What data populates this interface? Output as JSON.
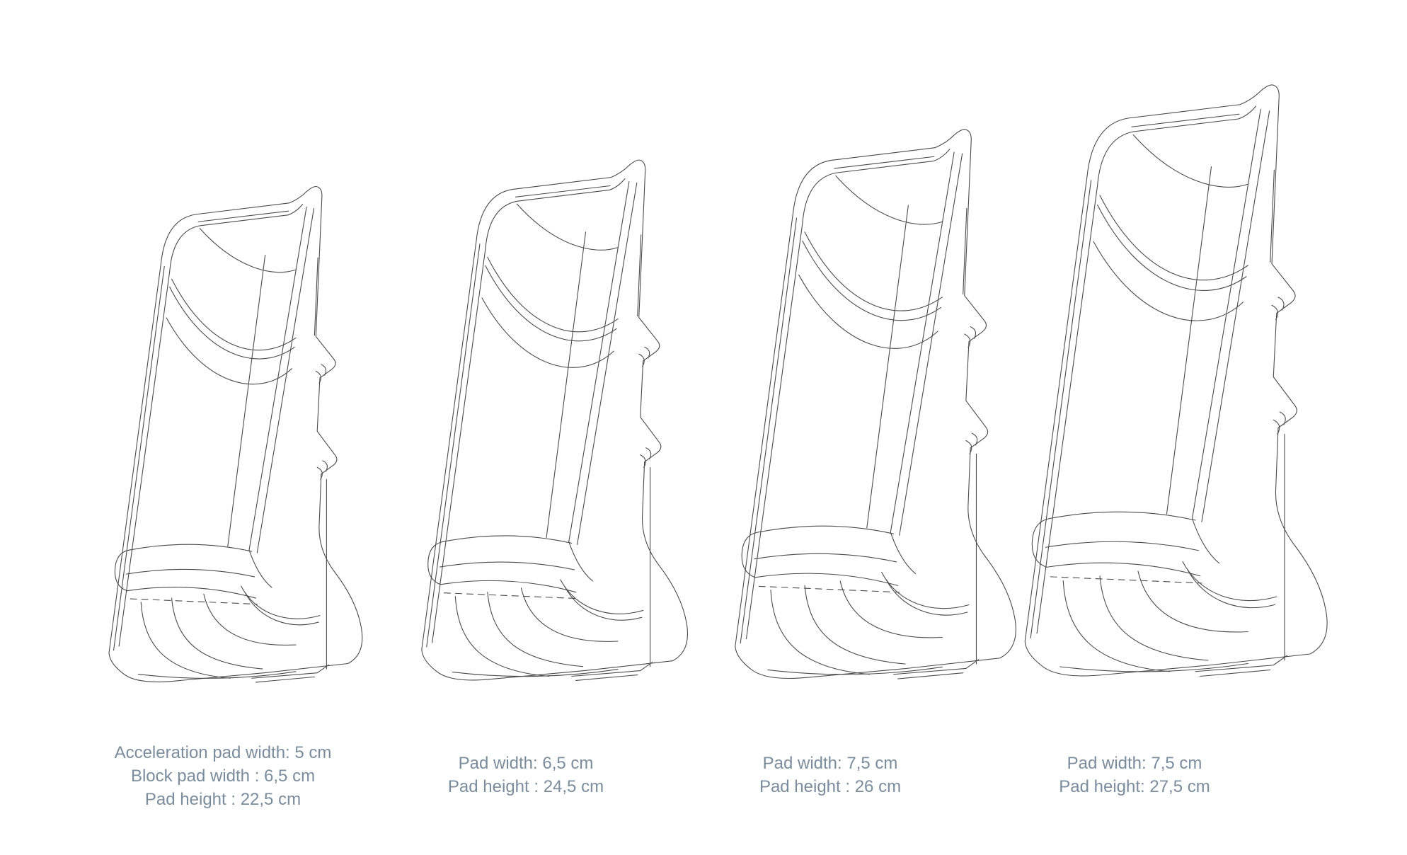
{
  "diagram": {
    "background_color": "#ffffff",
    "line_color": "#4b4b4b",
    "label_color": "#7b8d9d",
    "description": "Four wireframe line drawings of ice hockey goalie leg pads in increasing sizes, bottom-aligned, each with dimension text below",
    "pads": [
      {
        "id": "pad-1",
        "label_lines": [
          "Acceleration pad width: 5 cm",
          "Block pad width : 6,5 cm",
          "Pad height : 22,5 cm"
        ]
      },
      {
        "id": "pad-2",
        "label_lines": [
          "Pad width: 6,5 cm",
          "Pad height : 24,5 cm"
        ]
      },
      {
        "id": "pad-3",
        "label_lines": [
          "Pad width: 7,5 cm",
          "Pad height : 26 cm"
        ]
      },
      {
        "id": "pad-4",
        "label_lines": [
          "Pad width: 7,5 cm",
          "Pad height: 27,5 cm"
        ]
      }
    ]
  }
}
